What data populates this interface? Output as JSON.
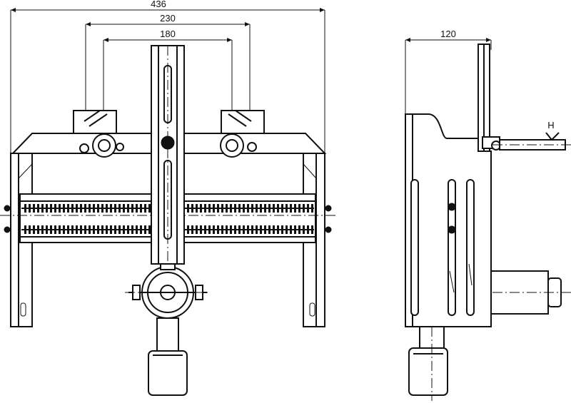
{
  "drawing": {
    "front_view": {
      "dimensions": {
        "overall_width": "436",
        "mid_width": "230",
        "inner_width": "180"
      }
    },
    "side_view": {
      "dimensions": {
        "depth": "120"
      },
      "annotation": "H"
    }
  }
}
